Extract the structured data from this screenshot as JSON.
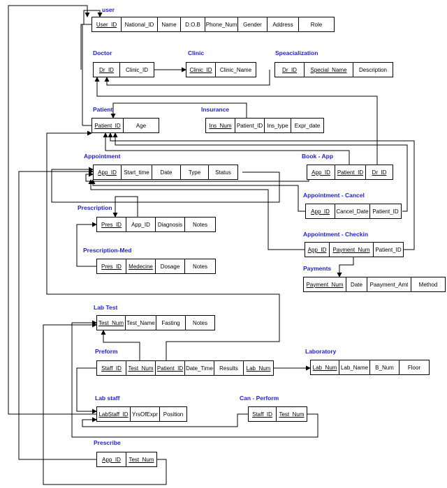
{
  "colors": {
    "title": "#1f1fd6",
    "line": "#000000"
  },
  "tables": {
    "user": {
      "title": "user",
      "fields": [
        {
          "text": "User_ID",
          "key": true
        },
        {
          "text": "National_ID"
        },
        {
          "text": "Name"
        },
        {
          "text": "D.O.B"
        },
        {
          "text": "Phone_Num"
        },
        {
          "text": "Gender"
        },
        {
          "text": "Address"
        },
        {
          "text": "Role"
        }
      ]
    },
    "doctor": {
      "title": "Doctor",
      "fields": [
        {
          "text": "Dr_ID",
          "key": true
        },
        {
          "text": "Clinic_ID"
        }
      ]
    },
    "clinic": {
      "title": "Clinic",
      "fields": [
        {
          "text": "Clinic_ID",
          "key": true
        },
        {
          "text": "Clinic_Name"
        }
      ]
    },
    "specialization": {
      "title": "Speacialization",
      "fields": [
        {
          "text": "Dr_ID",
          "key": true
        },
        {
          "text": "Special_Name",
          "key": true
        },
        {
          "text": "Description"
        }
      ]
    },
    "patient": {
      "title": "Patient",
      "fields": [
        {
          "text": "Patient_ID",
          "key": true
        },
        {
          "text": "Age"
        }
      ]
    },
    "insurance": {
      "title": "Insurance",
      "fields": [
        {
          "text": "Ins_Num",
          "key": true
        },
        {
          "text": "Patient_ID"
        },
        {
          "text": "Ins_type"
        },
        {
          "text": "Expr_date"
        }
      ]
    },
    "appointment": {
      "title": "Appointment",
      "fields": [
        {
          "text": "App_ID",
          "key": true
        },
        {
          "text": "Start_time"
        },
        {
          "text": "Date"
        },
        {
          "text": "Type"
        },
        {
          "text": "Status"
        }
      ]
    },
    "book_app": {
      "title": "Book - App",
      "fields": [
        {
          "text": "App_ID",
          "key": true
        },
        {
          "text": "Patient_ID",
          "key": true
        },
        {
          "text": "Dr_ID",
          "key": true
        }
      ]
    },
    "appointment_cancel": {
      "title": "Appointment - Cancel",
      "fields": [
        {
          "text": "App_ID",
          "key": true
        },
        {
          "text": "Cancel_Date"
        },
        {
          "text": "Patient_ID"
        }
      ]
    },
    "prescription": {
      "title": "Prescription",
      "fields": [
        {
          "text": "Pres_ID",
          "key": true
        },
        {
          "text": "App_ID"
        },
        {
          "text": "Diagnosis"
        },
        {
          "text": "Notes"
        }
      ]
    },
    "appointment_checkin": {
      "title": "Appointment - Checkin",
      "fields": [
        {
          "text": "App_ID",
          "key": true
        },
        {
          "text": "Payment_Num",
          "key": true
        },
        {
          "text": "Patient_ID"
        }
      ]
    },
    "prescription_med": {
      "title": "Prescription-Med",
      "fields": [
        {
          "text": "Pres_ID",
          "key": true
        },
        {
          "text": "Medecine",
          "key": true
        },
        {
          "text": "Dosage"
        },
        {
          "text": "Notes"
        }
      ]
    },
    "payments": {
      "title": "Payments",
      "fields": [
        {
          "text": "Payment_Num",
          "key": true
        },
        {
          "text": "Date"
        },
        {
          "text": "Paayment_Amt"
        },
        {
          "text": "Method"
        }
      ]
    },
    "lab_test": {
      "title": "Lab Test",
      "fields": [
        {
          "text": "Test_Num",
          "key": true
        },
        {
          "text": "Test_Name"
        },
        {
          "text": "Fasting"
        },
        {
          "text": "Notes"
        }
      ]
    },
    "preform": {
      "title": "Preform",
      "fields": [
        {
          "text": "Staff_ID",
          "key": true
        },
        {
          "text": "Test_Num",
          "key": true
        },
        {
          "text": "Patient_ID",
          "key": true
        },
        {
          "text": "Date_Time"
        },
        {
          "text": "Results"
        },
        {
          "text": "Lab_Num",
          "key": true
        }
      ]
    },
    "laboratory": {
      "title": "Laboratory",
      "fields": [
        {
          "text": "Lab_Num",
          "key": true
        },
        {
          "text": "Lab_Name"
        },
        {
          "text": "B_Num"
        },
        {
          "text": "Floor"
        }
      ]
    },
    "lab_staff": {
      "title": "Lab staff",
      "fields": [
        {
          "text": "LabStaff_ID",
          "key": true
        },
        {
          "text": "YrsOfExpr"
        },
        {
          "text": "Position"
        }
      ]
    },
    "can_perform": {
      "title": "Can - Perform",
      "fields": [
        {
          "text": "Staff_ID",
          "key": true
        },
        {
          "text": "Test_Num",
          "key": true
        }
      ]
    },
    "prescribe": {
      "title": "Prescribe",
      "fields": [
        {
          "text": "App_ID",
          "key": true
        },
        {
          "text": "Test_Num",
          "key": true
        }
      ]
    }
  }
}
